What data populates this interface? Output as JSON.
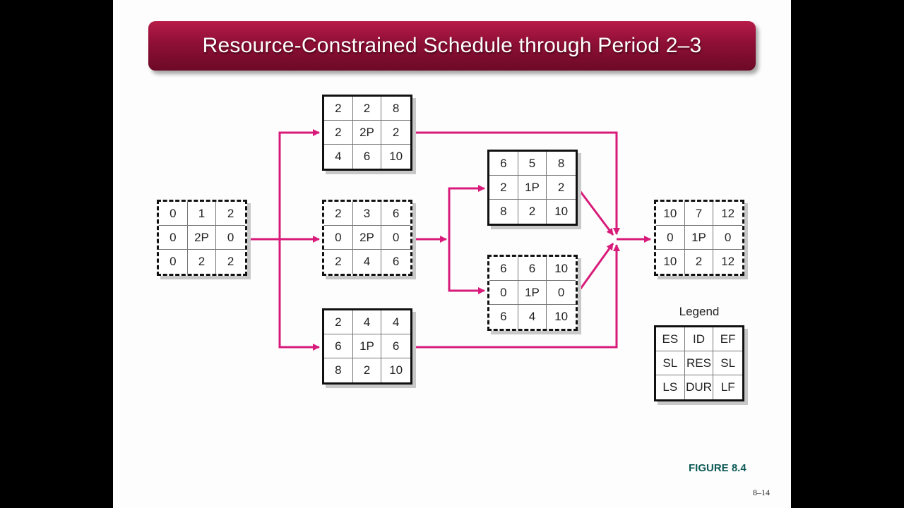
{
  "slide": {
    "title": "Resource-Constrained Schedule through Period 2–3",
    "figure_label": "FIGURE 8.4",
    "page_number": "8–14",
    "legend_label": "Legend"
  },
  "colors": {
    "arrow": "#d81b7a",
    "title_bar": "#8e0f35",
    "figure_label": "#0d5a55"
  },
  "nodes": [
    {
      "id": "start",
      "style": "dashed",
      "cells": [
        [
          "0",
          "1",
          "2"
        ],
        [
          "0",
          "2P",
          "0"
        ],
        [
          "0",
          "2",
          "2"
        ]
      ]
    },
    {
      "id": "top",
      "style": "solid",
      "cells": [
        [
          "2",
          "2",
          "8"
        ],
        [
          "2",
          "2P",
          "2"
        ],
        [
          "4",
          "6",
          "10"
        ]
      ]
    },
    {
      "id": "mid",
      "style": "dashed",
      "cells": [
        [
          "2",
          "3",
          "6"
        ],
        [
          "0",
          "2P",
          "0"
        ],
        [
          "2",
          "4",
          "6"
        ]
      ]
    },
    {
      "id": "bottom",
      "style": "solid",
      "cells": [
        [
          "2",
          "4",
          "4"
        ],
        [
          "6",
          "1P",
          "6"
        ],
        [
          "8",
          "2",
          "10"
        ]
      ]
    },
    {
      "id": "upper-right",
      "style": "solid",
      "cells": [
        [
          "6",
          "5",
          "8"
        ],
        [
          "2",
          "1P",
          "2"
        ],
        [
          "8",
          "2",
          "10"
        ]
      ]
    },
    {
      "id": "lower-right",
      "style": "dashed",
      "cells": [
        [
          "6",
          "6",
          "10"
        ],
        [
          "0",
          "1P",
          "0"
        ],
        [
          "6",
          "4",
          "10"
        ]
      ]
    },
    {
      "id": "end",
      "style": "dashed",
      "cells": [
        [
          "10",
          "7",
          "12"
        ],
        [
          "0",
          "1P",
          "0"
        ],
        [
          "10",
          "2",
          "12"
        ]
      ]
    },
    {
      "id": "legend",
      "style": "solid",
      "cells": [
        [
          "ES",
          "ID",
          "EF"
        ],
        [
          "SL",
          "RES",
          "SL"
        ],
        [
          "LS",
          "DUR",
          "LF"
        ]
      ]
    }
  ]
}
